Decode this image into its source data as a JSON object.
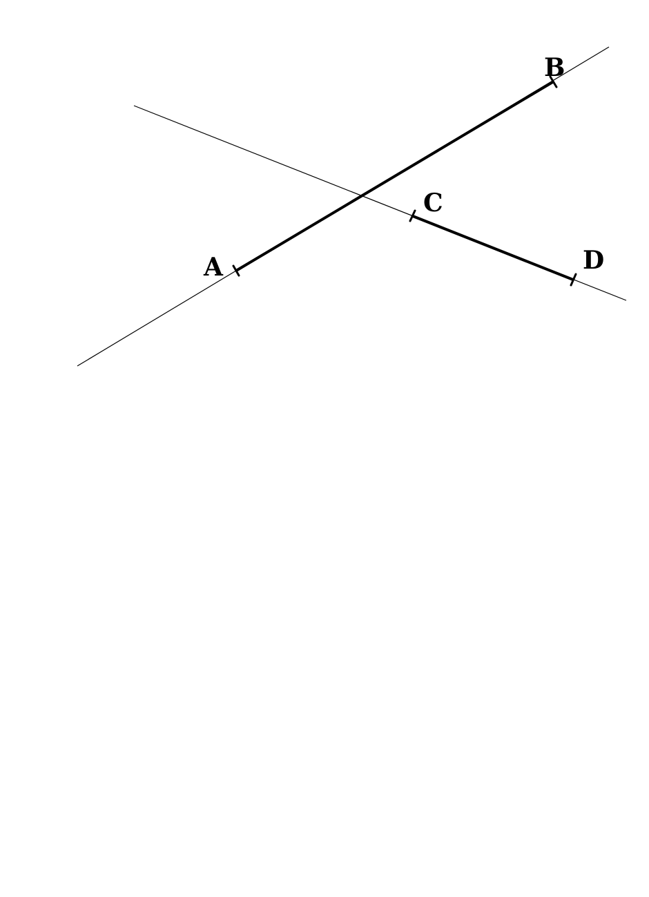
{
  "points": {
    "A": {
      "label": "A"
    },
    "B": {
      "label": "B"
    },
    "C": {
      "label": "C"
    },
    "D": {
      "label": "D"
    }
  },
  "segments": [
    {
      "from": "A",
      "to": "B"
    },
    {
      "from": "C",
      "to": "D"
    }
  ],
  "lines": [
    {
      "through": [
        "A",
        "B"
      ]
    },
    {
      "through": [
        "C",
        "D"
      ]
    }
  ],
  "colors": {
    "stroke": "#000000",
    "background": "#ffffff"
  }
}
